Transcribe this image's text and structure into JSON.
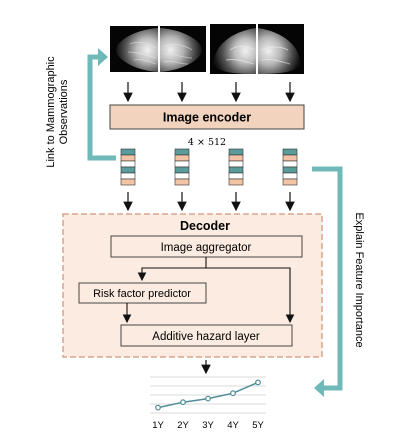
{
  "diagram": {
    "views": [
      {
        "label": "mammogram-view-1"
      },
      {
        "label": "mammogram-view-2"
      },
      {
        "label": "mammogram-view-3"
      },
      {
        "label": "mammogram-view-4"
      }
    ],
    "encoder_label": "Image encoder",
    "dim_label": "4 × 512",
    "decoder_label": "Decoder",
    "aggregator_label": "Image aggregator",
    "risk_label": "Risk factor predictor",
    "hazard_label": "Additive hazard layer",
    "left_side_label_line1": "Link to Mammographic",
    "left_side_label_line2": "Observations",
    "right_side_label": "Explain Feature Importance",
    "colors": {
      "encoder_fill": "#f2d3bd",
      "decoder_fill": "#fbebe0",
      "decoder_border": "#d7a58c",
      "teal_arrow": "#6fb9b9",
      "vector_teal": "#5a9b9b",
      "vector_peach": "#f2c3a5"
    }
  },
  "chart_data": {
    "type": "line",
    "categories": [
      "1Y",
      "2Y",
      "3Y",
      "4Y",
      "5Y"
    ],
    "series": [
      {
        "values": [
          0.15,
          0.3,
          0.4,
          0.55,
          0.85
        ]
      }
    ],
    "ylim": [
      0,
      1
    ],
    "grid": true
  }
}
